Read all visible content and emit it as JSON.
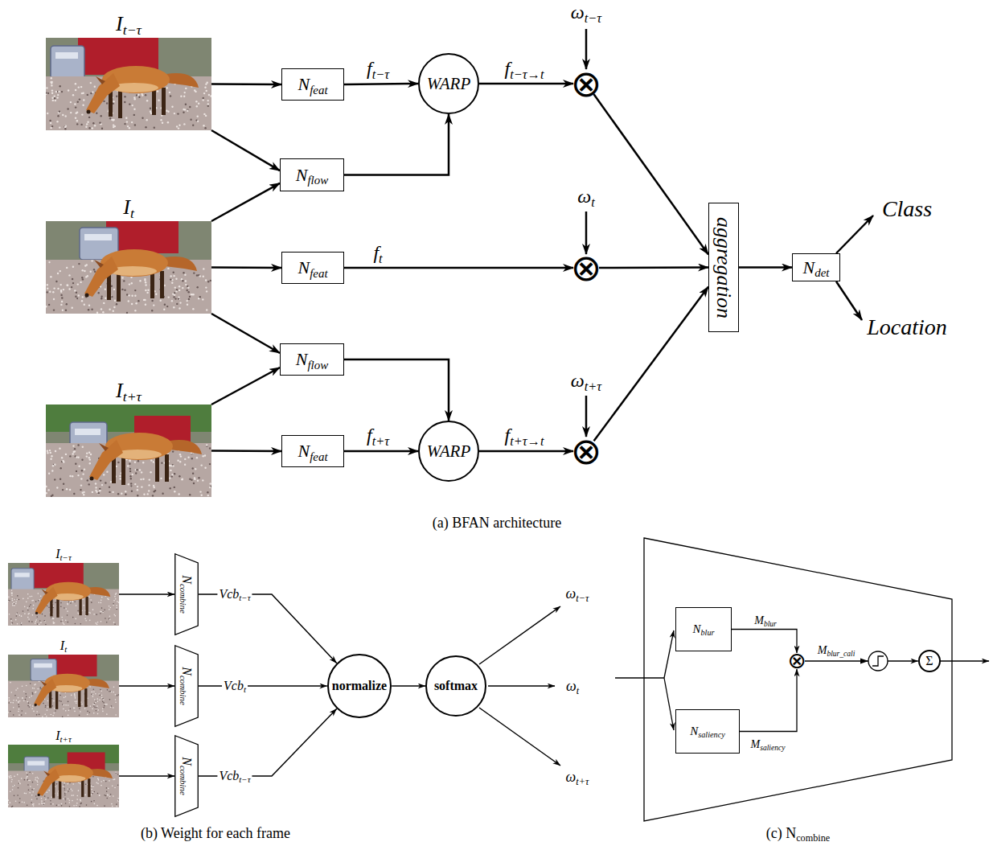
{
  "diagram": {
    "nodes": [
      {
        "text": [
          "It−τ"
        ]
      },
      {
        "text": [
          "Nfeat"
        ]
      },
      {
        "text": [
          "WARP"
        ]
      },
      {
        "text": [
          "Nflow"
        ]
      },
      {
        "text": [
          "It"
        ]
      },
      {
        "text": [
          "Nfeat"
        ]
      },
      {
        "text": [
          "Nflow"
        ]
      },
      {
        "text": [
          "It+τ"
        ]
      },
      {
        "text": [
          "Nfeat"
        ]
      },
      {
        "text": [
          "WARP"
        ]
      },
      {
        "text": [
          "⊗"
        ]
      },
      {
        "text": [
          "⊗"
        ]
      },
      {
        "text": [
          "⊗"
        ]
      },
      {
        "text": [
          "aggregation"
        ]
      },
      {
        "text": [
          "Ndet"
        ]
      },
      {
        "text": [
          "It−τ"
        ]
      },
      {
        "text": [
          "Ncombine"
        ]
      },
      {
        "text": [
          "It"
        ]
      },
      {
        "text": [
          "Ncombine"
        ]
      },
      {
        "text": [
          "It+τ"
        ]
      },
      {
        "text": [
          "Ncombine"
        ]
      },
      {
        "text": [
          "normalize"
        ]
      },
      {
        "text": [
          "softmax"
        ]
      },
      {
        "text": [
          "(c) Ncombine"
        ]
      },
      {
        "text": [
          "Nblur"
        ],
        "in": 23
      },
      {
        "text": [
          "Nsaliency"
        ],
        "in": 23
      },
      {
        "text": [
          "⊗"
        ],
        "in": 23
      },
      {
        "text": [
          "Σ"
        ],
        "in": 23
      }
    ],
    "edges": [
      {
        "from": 0,
        "to": 1,
        "arrow": "to"
      },
      {
        "from": 1,
        "to": 2,
        "arrow": "to",
        "label": "ft−τ"
      },
      {
        "from": 0,
        "to": 3,
        "arrow": "to"
      },
      {
        "from": 4,
        "to": 3,
        "arrow": "to"
      },
      {
        "from": 3,
        "to": 2,
        "arrow": "to"
      },
      {
        "from": 2,
        "to": 10,
        "arrow": "to",
        "label": "ft−τ→t"
      },
      {
        "from": 4,
        "to": 5,
        "arrow": "to"
      },
      {
        "from": 5,
        "to": 11,
        "arrow": "to",
        "label": "ft"
      },
      {
        "from": 4,
        "to": 6,
        "arrow": "to"
      },
      {
        "from": 7,
        "to": 6,
        "arrow": "to"
      },
      {
        "from": 7,
        "to": 8,
        "arrow": "to"
      },
      {
        "from": 8,
        "to": 9,
        "arrow": "to",
        "label": "ft+τ"
      },
      {
        "from": 6,
        "to": 9,
        "arrow": "to"
      },
      {
        "from": 9,
        "to": 12,
        "arrow": "to",
        "label": "ft+τ→t"
      },
      {
        "from": 10,
        "to": 13,
        "arrow": "to"
      },
      {
        "from": 11,
        "to": 13,
        "arrow": "to"
      },
      {
        "from": 12,
        "to": 13,
        "arrow": "to"
      },
      {
        "from": 13,
        "to": 14,
        "arrow": "to"
      },
      {
        "from": 15,
        "to": 16,
        "arrow": "to"
      },
      {
        "from": 17,
        "to": 18,
        "arrow": "to"
      },
      {
        "from": 19,
        "to": 20,
        "arrow": "to"
      },
      {
        "from": 16,
        "to": 21,
        "arrow": "to",
        "label": "Vcbt−τ"
      },
      {
        "from": 18,
        "to": 21,
        "arrow": "to",
        "label": "Vcbt"
      },
      {
        "from": 20,
        "to": 21,
        "arrow": "to",
        "label": "Vcbt−τ"
      },
      {
        "from": 21,
        "to": 22,
        "arrow": "to"
      },
      {
        "from": 24,
        "to": 26,
        "arrow": "to",
        "label": "Mblur"
      },
      {
        "from": 25,
        "to": 26,
        "arrow": "to",
        "label": "Msaliency"
      },
      {
        "from": 26,
        "to": 27,
        "arrow": "to",
        "label": "Mblur_cali"
      }
    ],
    "labels": [
      "ωt−τ",
      "ωt",
      "ωt+τ",
      "Class",
      "Location",
      "(a) BFAN architecture",
      "ωt−τ",
      "ωt",
      "ωt+τ",
      "(b) Weight for each frame"
    ]
  }
}
